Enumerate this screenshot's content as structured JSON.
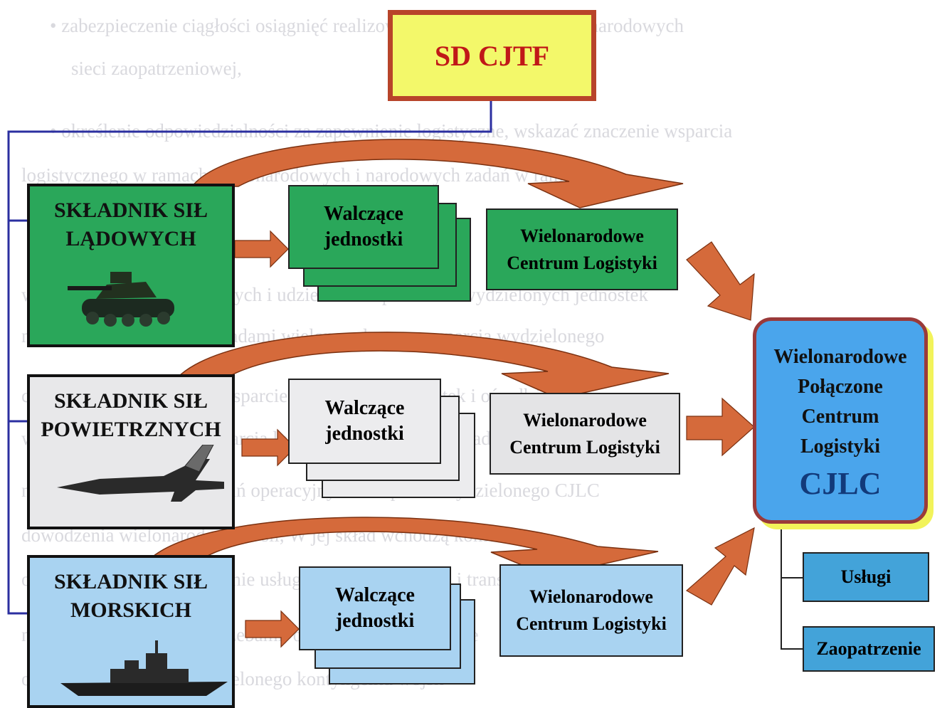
{
  "background_lines": [
    "• zabezpieczenie ciągłości osiągnięć realizowania wsparcia w ramach narodowych",
    "   sieci zaopatrzeniowej,",
    "• określenie odpowiedzialności za zapewnienie logistyczne, wskazać znaczenie wsparcia",
    "   logistycznego w ramach wielonarodowych i narodowych zadań w ramach",
    "",
    "   w ramach sił wielonarodowych i udzielania wsparcia dla wydzielonych jednostek",
    "   narodowych, zgodnie z zasadami wielonarodowego wsparcia wydzielonego",
    "   centrum logistyki, w tym wsparcie narodowych jednostek i ośrodków",
    "   wielonarodowej grupy wsparcia logistycznego w ramach zadań dla sił",
    "   narodowych w ramach zadań operacyjnych i wsparcia wydzielonego CJLC",
    "   dowodzenia wielonarodowych sił, W jej skład wchodzą komórki",
    "   odpowiedzialne za kierowanie usługami, zaopatrzeniem i transportem",
    "   narodowym zgodnie z potrzebami, oraz Grupy Logistyczne",
    "   organizacji wsparcia wydzielonego kontyngentu wojsk"
  ],
  "command": {
    "label": "SD CJTF"
  },
  "components": [
    {
      "label": "SKŁADNIK SIŁ LĄDOWYCH",
      "line1": "SKŁADNIK SIŁ",
      "line2": "LĄDOWYCH",
      "icon": "tank-icon",
      "color": "#2aa75a"
    },
    {
      "label": "SKŁADNIK SIŁ POWIETRZNYCH",
      "line1": "SKŁADNIK SIŁ",
      "line2": "POWIETRZNYCH",
      "icon": "jet-icon",
      "color": "#e8e8ea"
    },
    {
      "label": "SKŁADNIK SIŁ MORSKICH",
      "line1": "SKŁADNIK SIŁ",
      "line2": "MORSKICH",
      "icon": "ship-icon",
      "color": "#a9d3f1"
    }
  ],
  "units": {
    "line1": "Walczące",
    "line2": "jednostki"
  },
  "mnlc": {
    "line1": "Wielonarodowe",
    "line2": "Centrum Logistyki"
  },
  "cjlc": {
    "line1": "Wielonarodowe",
    "line2": "Połączone",
    "line3": "Centrum",
    "line4": "Logistyki",
    "code": "CJLC"
  },
  "cjlc_branches": [
    "Usługi",
    "Zaopatrzenie"
  ],
  "colors": {
    "arrow": "#d56a3b",
    "connector": "#2b2fa0",
    "cjlc_fill": "#4aa5ec",
    "branch_fill": "#43a3d9",
    "command_fill": "#f3f86a",
    "command_border": "#b8442a"
  }
}
